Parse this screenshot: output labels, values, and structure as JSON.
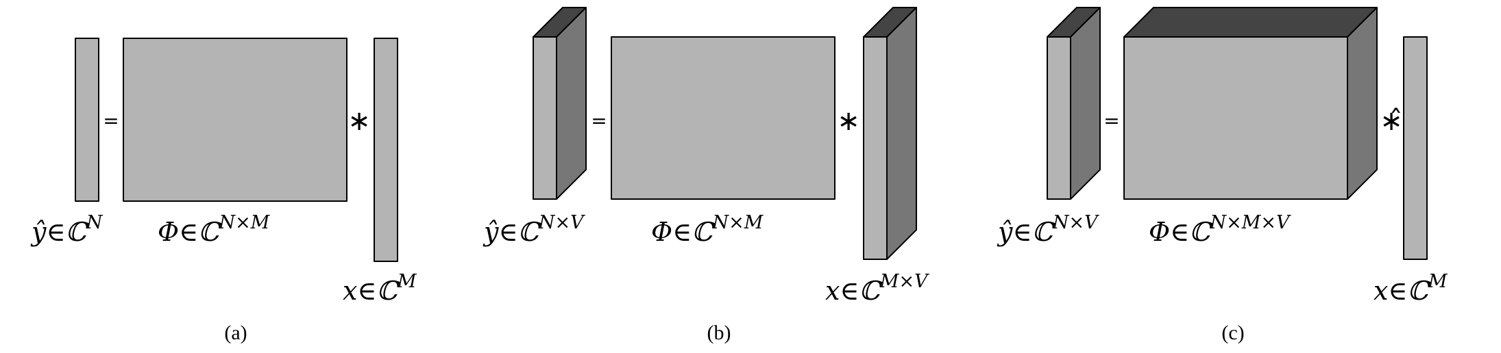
{
  "colors": {
    "face": "#b4b4b4",
    "side": "#777777",
    "top": "#444444",
    "stroke": "#000000"
  },
  "panels": [
    {
      "caption": "(a)",
      "op_equals": "=",
      "op_conv": "∗",
      "y_label": {
        "base": "ŷ∈ℂ",
        "sup": "N"
      },
      "phi_label": {
        "base": "Φ∈ℂ",
        "sup": "N×M"
      },
      "x_label": {
        "base": "x∈ℂ",
        "sup": "M"
      }
    },
    {
      "caption": "(b)",
      "op_equals": "=",
      "op_conv": "∗",
      "y_label": {
        "base": "ŷ∈ℂ",
        "sup": "N×V"
      },
      "phi_label": {
        "base": "Φ∈ℂ",
        "sup": "N×M"
      },
      "x_label": {
        "base": "x∈ℂ",
        "sup": "M×V"
      }
    },
    {
      "caption": "(c)",
      "op_equals": "=",
      "op_conv": "∗̂",
      "y_label": {
        "base": "ŷ∈ℂ",
        "sup": "N×V"
      },
      "phi_label": {
        "base": "Φ∈ℂ",
        "sup": "N×M×V"
      },
      "x_label": {
        "base": "x∈ℂ",
        "sup": "M"
      }
    }
  ]
}
